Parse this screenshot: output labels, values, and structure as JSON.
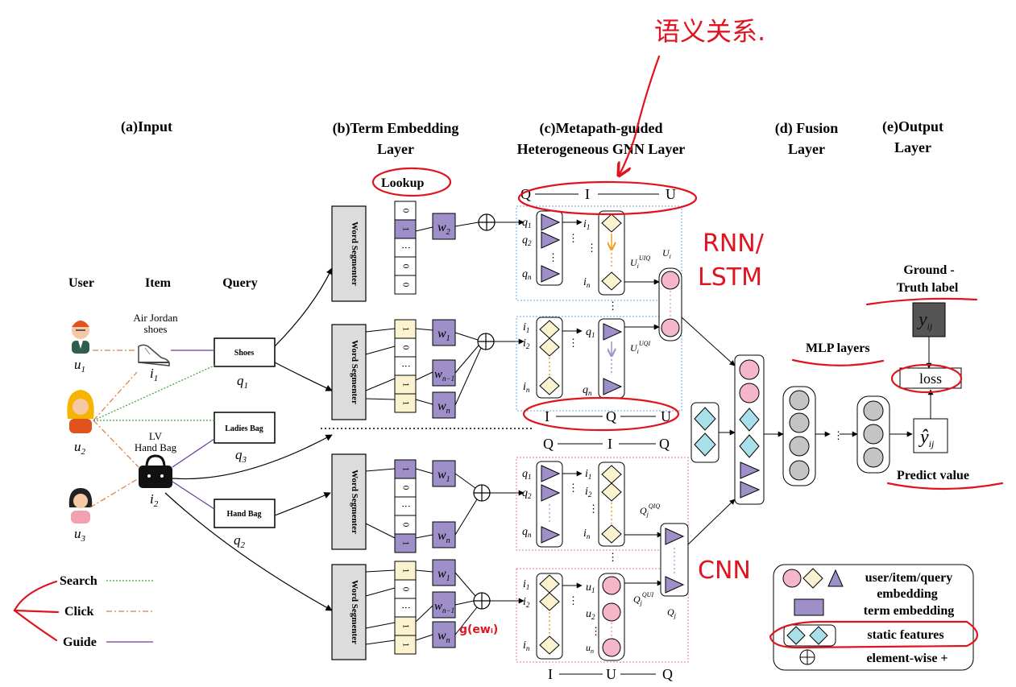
{
  "sections": {
    "input": "(a)Input",
    "term_embedding": [
      "(b)Term Embedding",
      "Layer"
    ],
    "gnn": [
      "(c)Metapath-guided",
      "Heterogeneous GNN Layer"
    ],
    "fusion": [
      "(d) Fusion",
      "Layer"
    ],
    "output": [
      "(e)Output",
      "Layer"
    ]
  },
  "input": {
    "col_user": "User",
    "col_item": "Item",
    "col_query": "Query",
    "users": [
      "u1",
      "u2",
      "u3"
    ],
    "items": [
      {
        "name": [
          "Air Jordan",
          "shoes"
        ],
        "id": "i1"
      },
      {
        "name": [
          "LV",
          "Hand Bag"
        ],
        "id": "i2"
      }
    ],
    "queries": [
      {
        "text": "Shoes",
        "id": "q1"
      },
      {
        "text": "Ladies Bag",
        "id": "q3"
      },
      {
        "text": "Hand Bag",
        "id": "q2"
      }
    ],
    "legend": [
      "Search",
      "Click",
      "Guide"
    ]
  },
  "term": {
    "lookup": "Lookup",
    "segmenter": "Word Segmenter",
    "onehot_top": [
      "0",
      "1",
      "⋮",
      "0",
      "0"
    ],
    "words_top": [
      "w2"
    ],
    "words_2": [
      "w1",
      "wn-1",
      "wn"
    ],
    "words_3": [
      "w1",
      "wn"
    ],
    "words_4": [
      "w1",
      "wn-1",
      "wn"
    ]
  },
  "gnn": {
    "path1": [
      "Q",
      "I",
      "U"
    ],
    "path2": [
      "I",
      "Q",
      "U"
    ],
    "path3": [
      "Q",
      "I",
      "Q"
    ],
    "path4": [
      "I",
      "U",
      "Q"
    ],
    "u_uiq": "U_i^UIQ",
    "u_uqi": "U_i^UQI",
    "q_qiq": "Q_j^QIQ",
    "q_qui": "Q_j^QUI",
    "ui": "U_i",
    "qj": "Q_j"
  },
  "fusion": {
    "mlp": "MLP layers"
  },
  "output": {
    "ground_truth": [
      "Ground -",
      "Truth label"
    ],
    "y": "y_ij",
    "loss": "loss",
    "y_hat": "ŷ_ij",
    "predict": "Predict value"
  },
  "legend_box": {
    "embedding": [
      "user/item/query",
      "embedding"
    ],
    "term": "term embedding",
    "static": "static features",
    "elementwise": "element-wise +"
  },
  "annotations": {
    "chinese": "语义关系.",
    "rnn": [
      "RNN/",
      "LSTM"
    ],
    "cnn": "CNN",
    "g": "g(ewᵢ)"
  },
  "colors": {
    "purple": "#9e8fc8",
    "yellow": "#fbf3cf",
    "pink": "#f4b6c8",
    "cyan": "#a7e0e8",
    "gray": "#c4c4c4",
    "red": "#e0141e",
    "blue_dash": "#6aa6dc",
    "pink_dash": "#e8708c"
  }
}
